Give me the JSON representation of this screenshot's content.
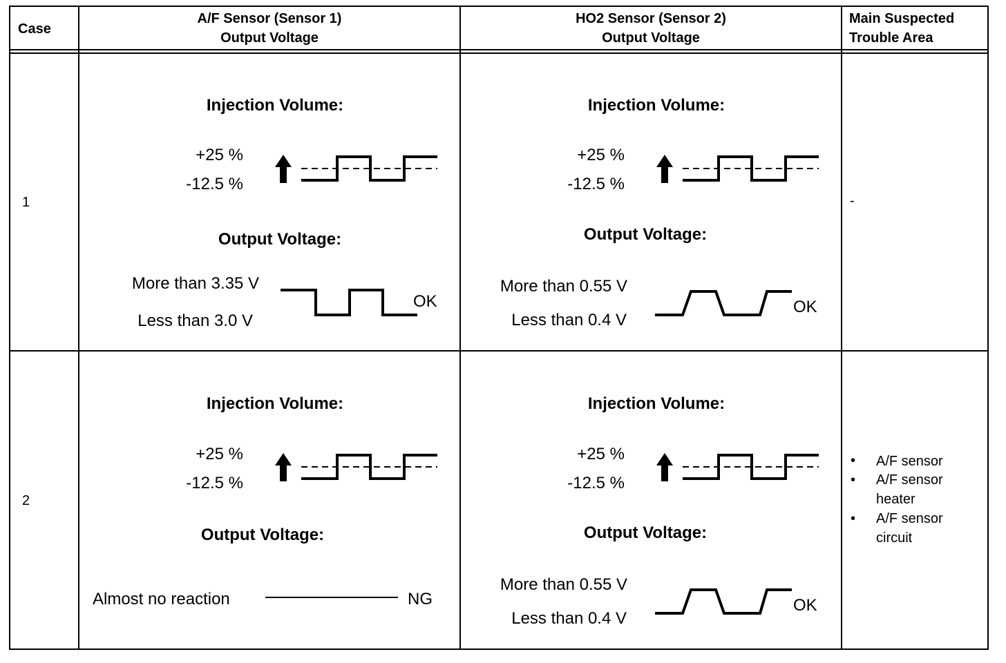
{
  "header": {
    "case": "Case",
    "af_line1": "A/F Sensor (Sensor 1)",
    "af_line2": "Output Voltage",
    "ho2_line1": "HO2 Sensor (Sensor 2)",
    "ho2_line2": "Output Voltage",
    "trouble_line1": "Main Suspected",
    "trouble_line2": "Trouble Area"
  },
  "rows": [
    {
      "case": "1",
      "af": {
        "injection_title": "Injection Volume:",
        "inj_high": "+25 %",
        "inj_low": "-12.5 %",
        "output_title": "Output Voltage:",
        "volt_high": "More than 3.35 V",
        "volt_low": "Less than 3.0 V",
        "result": "OK"
      },
      "ho2": {
        "injection_title": "Injection Volume:",
        "inj_high": "+25 %",
        "inj_low": "-12.5 %",
        "output_title": "Output Voltage:",
        "volt_high": "More than 0.55 V",
        "volt_low": "Less than 0.4 V",
        "result": "OK"
      },
      "trouble": "-"
    },
    {
      "case": "2",
      "af": {
        "injection_title": "Injection Volume:",
        "inj_high": "+25 %",
        "inj_low": "-12.5 %",
        "output_title": "Output Voltage:",
        "no_reaction": "Almost no reaction",
        "result": "NG"
      },
      "ho2": {
        "injection_title": "Injection Volume:",
        "inj_high": "+25 %",
        "inj_low": "-12.5 %",
        "output_title": "Output Voltage:",
        "volt_high": "More than 0.55 V",
        "volt_low": "Less than 0.4 V",
        "result": "OK"
      },
      "trouble_items": [
        "A/F sensor",
        "A/F sensor heater",
        "A/F sensor circuit"
      ]
    }
  ],
  "icons": {
    "arrow": "up-arrow-icon",
    "injection_wave": "square-wave-icon",
    "af_output_wave": "square-wave-icon",
    "ho2_output_wave": "trapezoid-wave-icon"
  }
}
